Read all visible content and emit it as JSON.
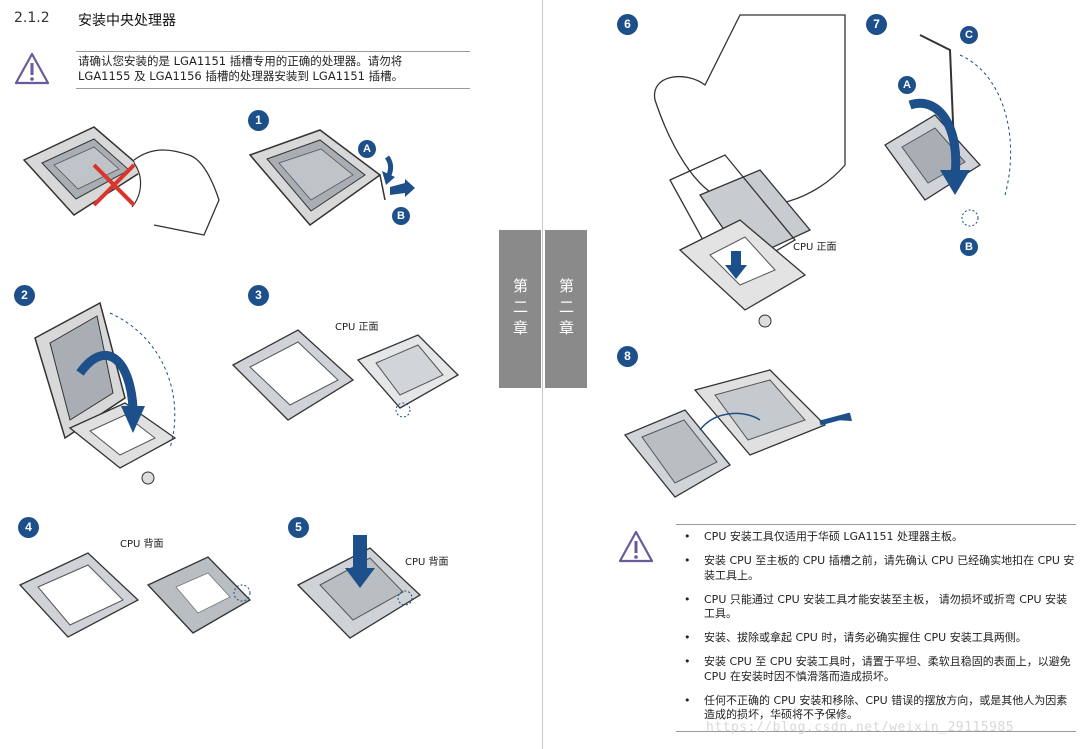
{
  "section": {
    "number": "2.1.2",
    "title": "安装中央处理器"
  },
  "warning_top": {
    "line1": "请确认您安装的是 LGA1151 插槽专用的正确的处理器。请勿将",
    "line2": "LGA1155 及 LGA1156 插槽的处理器安装到 LGA1151 插槽。"
  },
  "steps": [
    "1",
    "2",
    "3",
    "4",
    "5",
    "6",
    "7",
    "8"
  ],
  "ab": {
    "a": "A",
    "b": "B",
    "c": "C"
  },
  "labels": {
    "cpu_front": "CPU 正面",
    "cpu_back": "CPU 背面"
  },
  "chapter_tab": "第二章",
  "notes": [
    "CPU 安装工具仅适用于华硕 LGA1151 处理器主板。",
    "安装 CPU 至主板的 CPU 插槽之前，请先确认 CPU 已经确实地扣在 CPU 安装工具上。",
    "CPU 只能通过 CPU 安装工具才能安装至主板， 请勿损坏或折弯 CPU 安装工具。",
    "安装、拔除或拿起 CPU 时，请务必确实握住 CPU 安装工具两侧。",
    "安装 CPU 至 CPU 安装工具时，请置于平坦、柔软且稳固的表面上，以避免 CPU 在安装时因不慎滑落而造成损坏。",
    "任何不正确的 CPU 安装和移除、CPU 错误的摆放方向，或是其他人为因素造成的损坏，华硕将不予保修。"
  ],
  "watermark": "https://blog.csdn.net/weixin_29115985",
  "colors": {
    "accent": "#1d4f8a",
    "tab": "#8a8a8a",
    "cross": "#d9352b"
  }
}
